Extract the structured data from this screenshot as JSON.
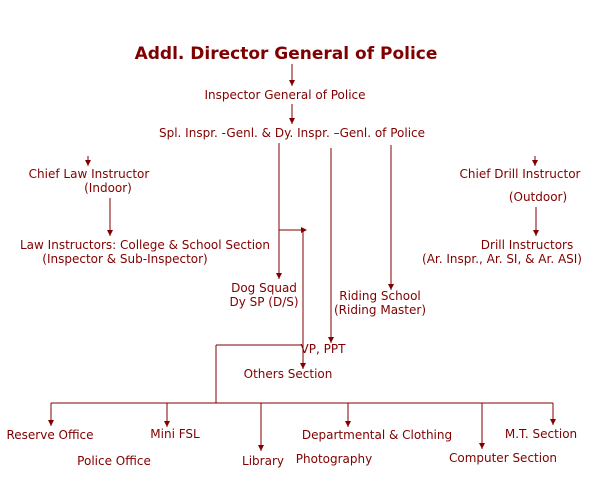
{
  "title": "Addl. Director General of Police",
  "nodes": {
    "igp": "Inspector General of Police",
    "spl": "Spl.  Inspr. -Genl. & Dy. Inspr. –Genl. of Police",
    "chief_law_1": "Chief Law Instructor",
    "chief_law_2": "(Indoor)",
    "law_instr_1": "Law Instructors: College & School Section",
    "law_instr_2": "(Inspector & Sub-Inspector)",
    "chief_drill_1": "Chief Drill Instructor",
    "chief_drill_2": "(Outdoor)",
    "drill_instr_1": "Drill Instructors",
    "drill_instr_2": "(Ar. Inspr., Ar. SI, & Ar. ASI)",
    "dog_1": "Dog Squad",
    "dog_2": "Dy SP (D/S)",
    "riding_1": "Riding School",
    "riding_2": "(Riding Master)",
    "vp": "VP, PPT",
    "others": "Others Section"
  },
  "leaves": {
    "reserve": "Reserve Office",
    "police": "Police Office",
    "fsl": "Mini FSL",
    "library": "Library",
    "departmental": "Departmental & Clothing",
    "photography": "Photography",
    "computer": "Computer Section",
    "mt": "M.T. Section"
  }
}
